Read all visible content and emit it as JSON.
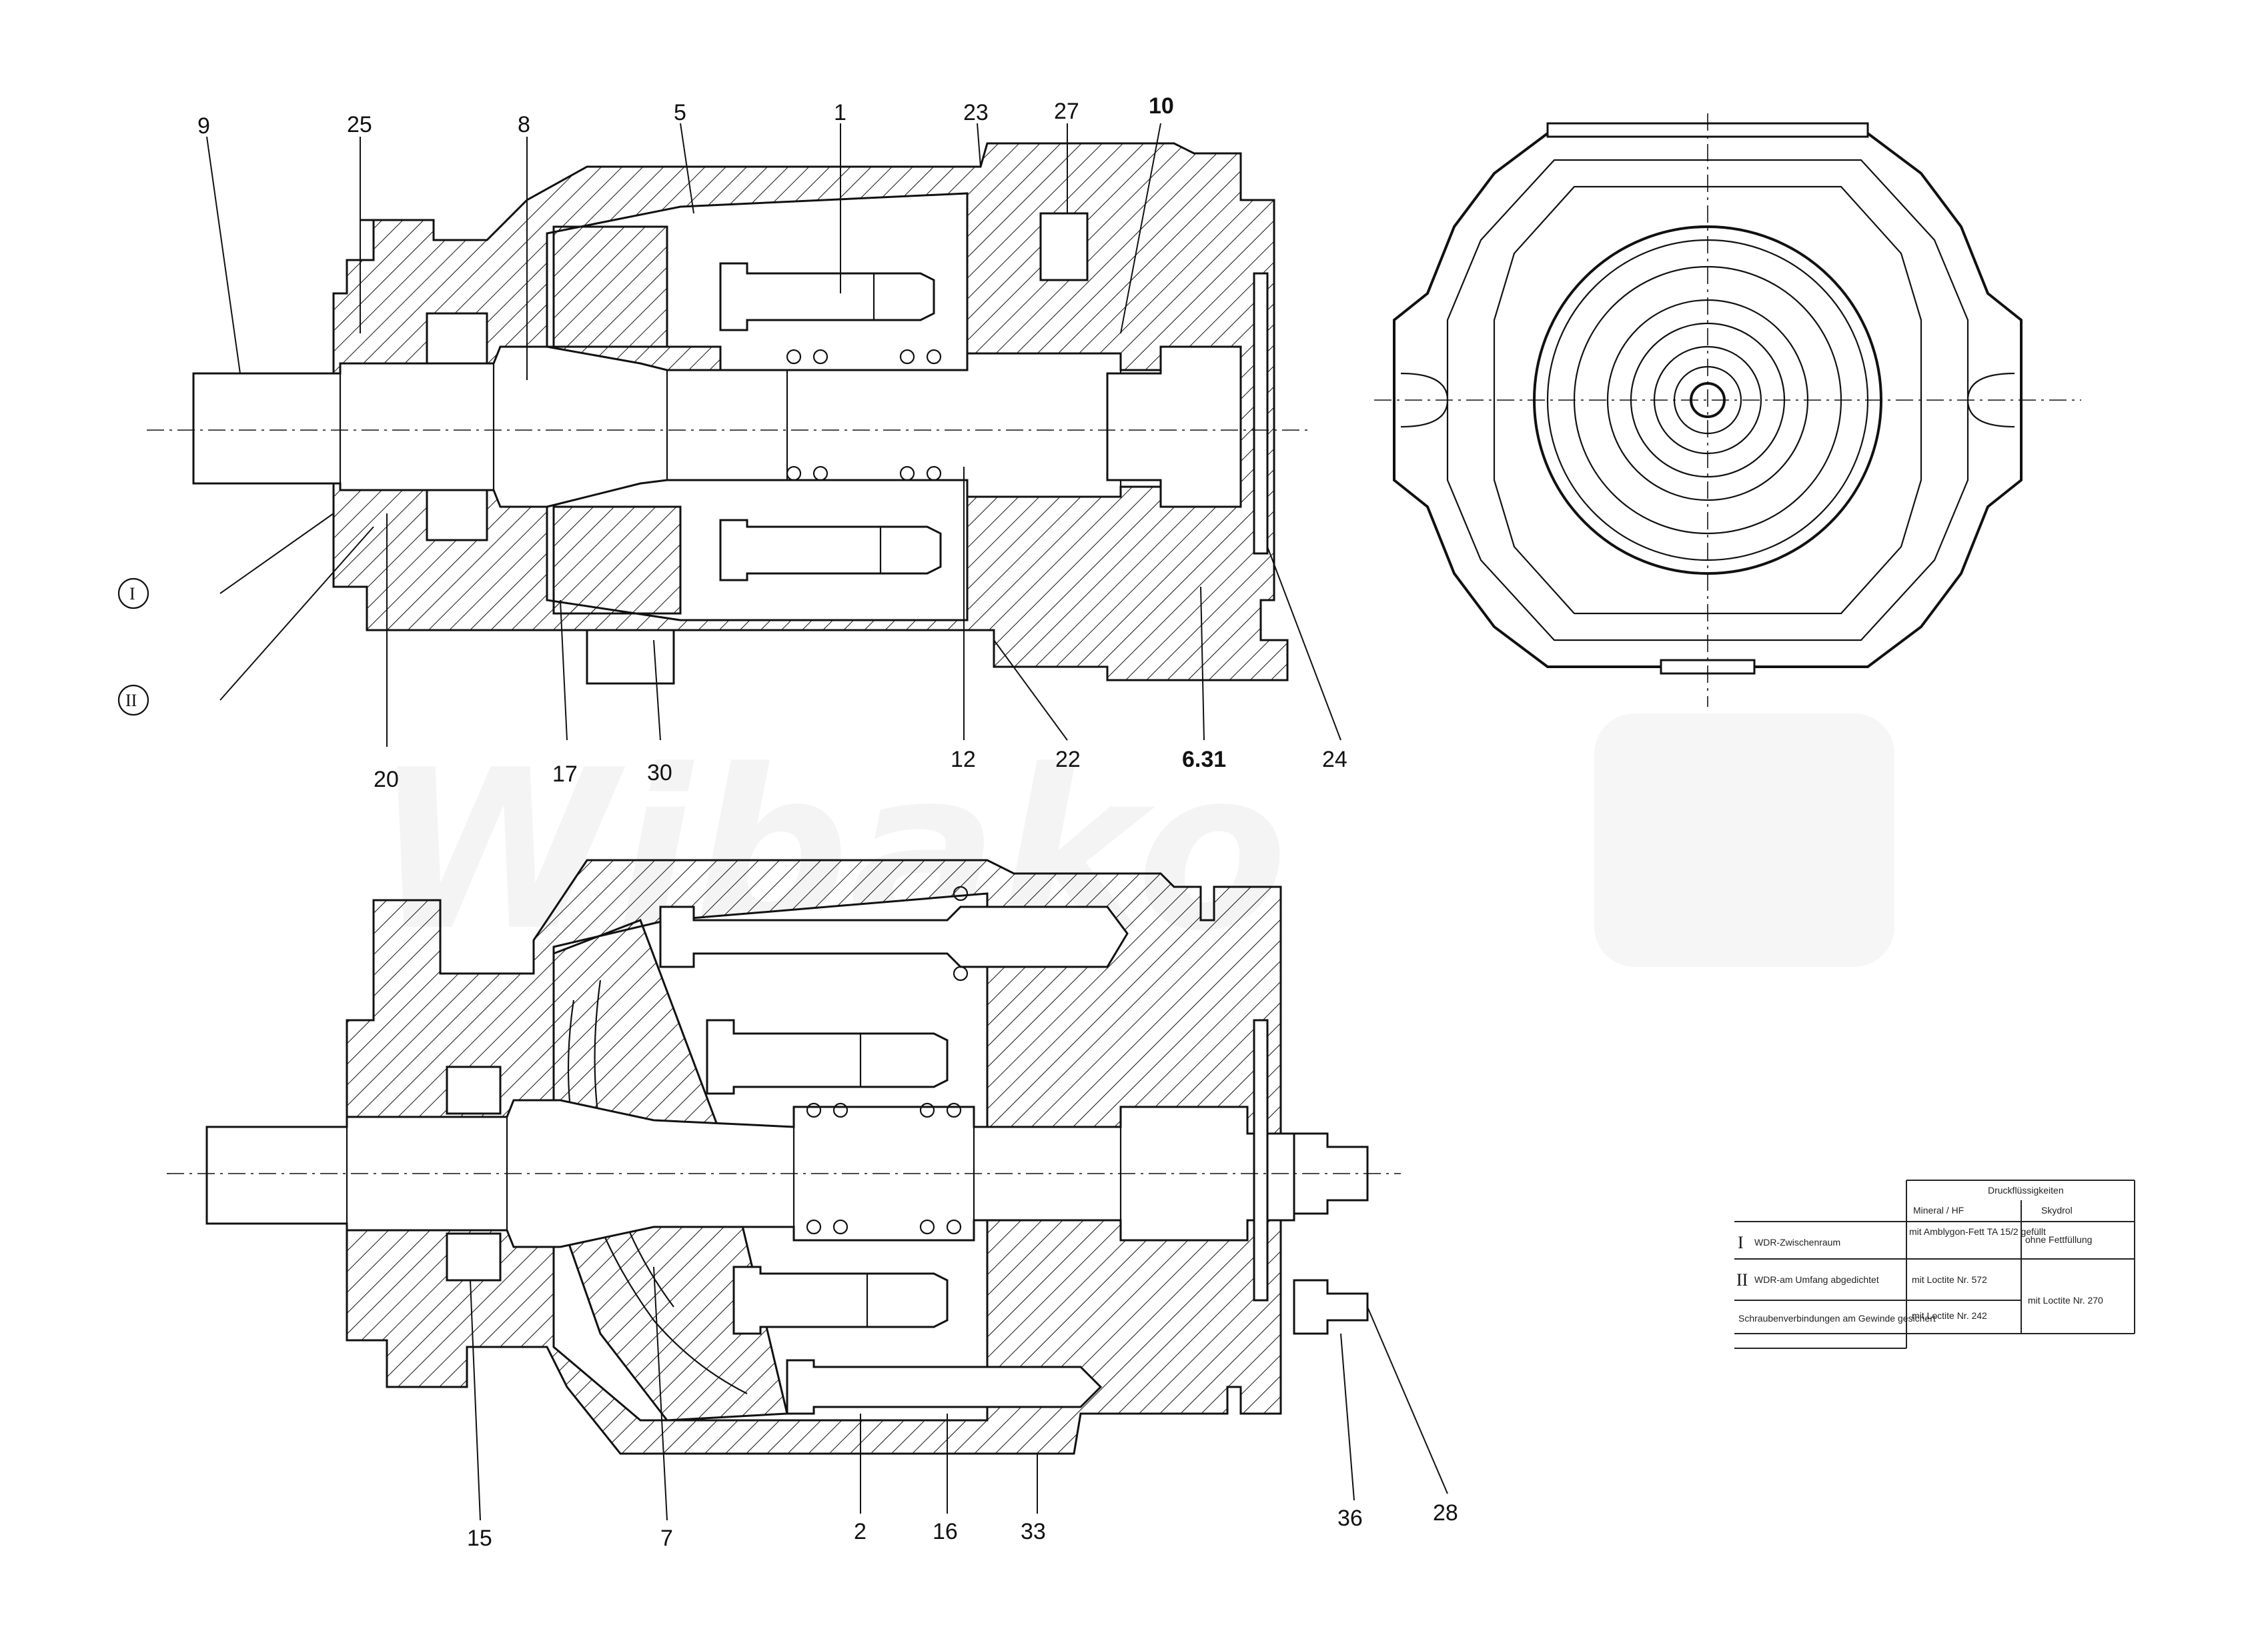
{
  "watermark": "Wibako",
  "top_view": {
    "callouts": [
      "9",
      "25",
      "8",
      "5",
      "1",
      "23",
      "27",
      "10",
      "20",
      "17",
      "30",
      "12",
      "22",
      "6.31",
      "24"
    ],
    "roman_markers": [
      "I",
      "II"
    ]
  },
  "bottom_view": {
    "callouts": [
      "15",
      "7",
      "2",
      "16",
      "33",
      "36",
      "28"
    ]
  },
  "legend": {
    "header": {
      "group": "Druckflüssigkeiten",
      "col1": "Mineral / HF",
      "col2": "Skydrol"
    },
    "rows": [
      {
        "marker": "I",
        "label": "WDR-Zwischenraum",
        "col1": "mit Amblygon-Fett TA 15/2 gefüllt",
        "col2": "ohne Fettfüllung"
      },
      {
        "marker": "II",
        "label": "WDR-am Umfang abgedichtet",
        "col1": "mit Loctite Nr. 572",
        "col2": "mit Loctite Nr. 270"
      },
      {
        "marker": "",
        "label": "Schraubenverbindungen am Gewinde gesichert",
        "col1": "mit Loctite Nr. 242",
        "col2": ""
      }
    ]
  }
}
